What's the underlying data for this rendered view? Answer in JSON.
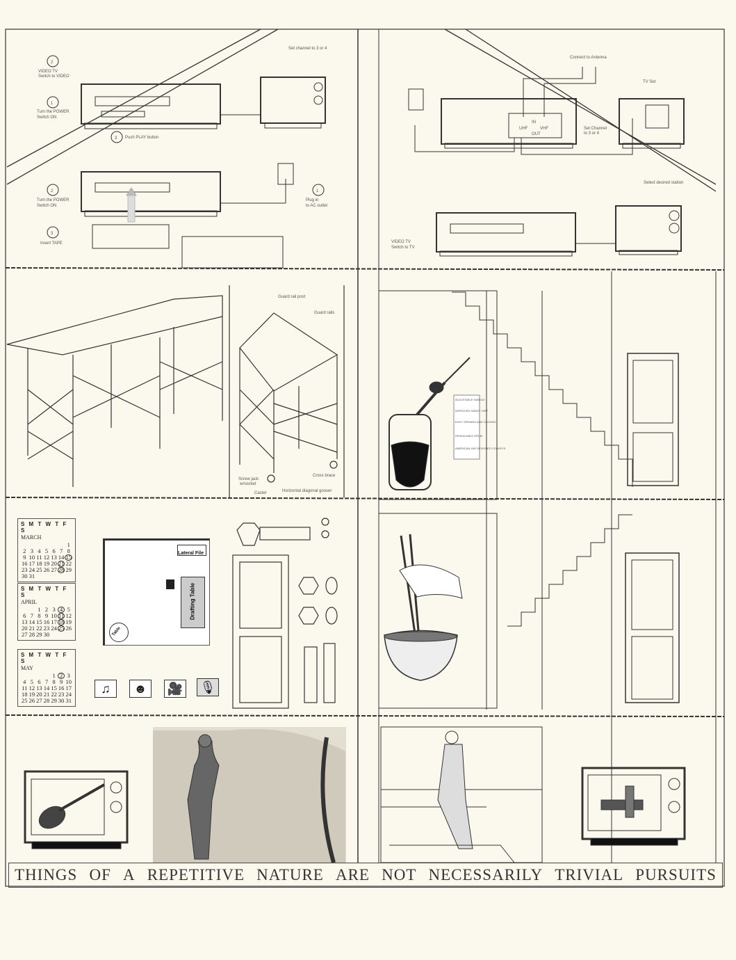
{
  "vcr_top_left": {
    "step2": "2",
    "video_tv_label": "VIDEO TV",
    "switch_to_video": "Switch to VIDEO",
    "step1": "1",
    "power_label_1": "Turn the POWER",
    "power_label_2": "Switch ON",
    "step3": "3",
    "push_play": "Push PLAY button",
    "set_channel": "Set channel to 3 or 4"
  },
  "vcr_insert": {
    "step2": "2",
    "power_label_1": "Turn the POWER",
    "power_label_2": "Switch ON",
    "step3": "3",
    "insert_tape": "Insert TAPE",
    "step1": "1",
    "plug_1": "Plug in",
    "plug_2": "to AC outlet"
  },
  "vcr_top_right": {
    "connect_antenna": "Connect to Antenna",
    "tv_set": "TV Set",
    "uhf": "UHF",
    "vhf": "VHF",
    "in": "IN",
    "out": "OUT",
    "set_channel_1": "Set Channel",
    "set_channel_2": "to 3 or 4",
    "select_station": "Select desired station",
    "video_tv": "VIDEO TV",
    "switch_to_tv": "Switch to TV"
  },
  "scaffold": {
    "guard_rail_post": "Guard rail post",
    "guard_rails": "Guard rails",
    "screw_jack_1": "Screw jack",
    "screw_jack_2": "w/socket",
    "caster": "Caster",
    "horizontal_gooser": "Horizontal diagonal gooser",
    "cross_brace": "Cross brace"
  },
  "jar_features": [
    "ADJUSTABLE HANDLE",
    "IMPROVED HANDY GRIP",
    "EASY OPENING AND CLOSING",
    "RESEALABLE DRUM",
    "AMERICAN JAR DESIGNED CONVEYS"
  ],
  "calendars": [
    {
      "header": "S M T W T F S",
      "month": "MARCH",
      "offset": 6,
      "days": 31,
      "circled": [
        15,
        21,
        28
      ]
    },
    {
      "header": "S M T W T F S",
      "month": "APRIL",
      "offset": 2,
      "days": 30,
      "circled": [
        4,
        11,
        18,
        25
      ]
    },
    {
      "header": "S M T W T F S",
      "month": "MAY",
      "offset": 4,
      "days": 31,
      "circled": [
        2
      ]
    }
  ],
  "floorplan": {
    "lateral_file": "Lateral File",
    "drafting_table": "Drafting Table",
    "table": "Table"
  },
  "media_icons": [
    "music-note",
    "head-profile",
    "movie-camera",
    "microphone"
  ],
  "caption": [
    "THINGS",
    "OF",
    "A",
    "REPETITIVE",
    "NATURE",
    "ARE",
    "NOT",
    "NECESSARILY",
    "TRIVIAL",
    "PURSUITS"
  ]
}
